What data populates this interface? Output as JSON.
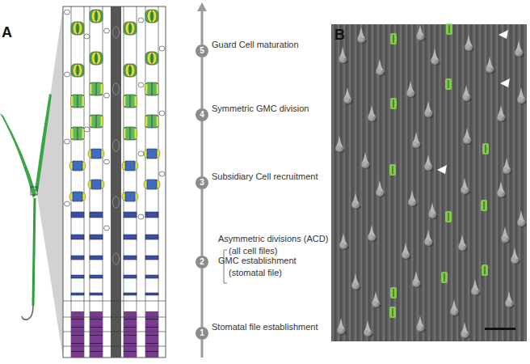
{
  "diagram": {
    "nodes": [
      {
        "text": [
          "5",
          "Guard Cell maturation"
        ]
      },
      {
        "text": [
          "4",
          "Symmetric GMC division"
        ]
      },
      {
        "text": [
          "3",
          "Subsidiary Cell recruitment"
        ]
      },
      {
        "text": [
          "2",
          "Asymmetric divisions (ACD)",
          "(all cell files)",
          "GMC establishment",
          "(stomatal file)"
        ]
      },
      {
        "text": [
          "1",
          "Stomatal file establishment"
        ]
      }
    ],
    "edges": [
      {
        "from": 4,
        "to": 3,
        "arrow": "none"
      },
      {
        "from": 3,
        "to": 2,
        "arrow": "none"
      },
      {
        "from": 2,
        "to": 1,
        "arrow": "none"
      },
      {
        "from": 1,
        "to": 0,
        "arrow": "none"
      }
    ],
    "labels": [
      "A",
      "B"
    ]
  }
}
